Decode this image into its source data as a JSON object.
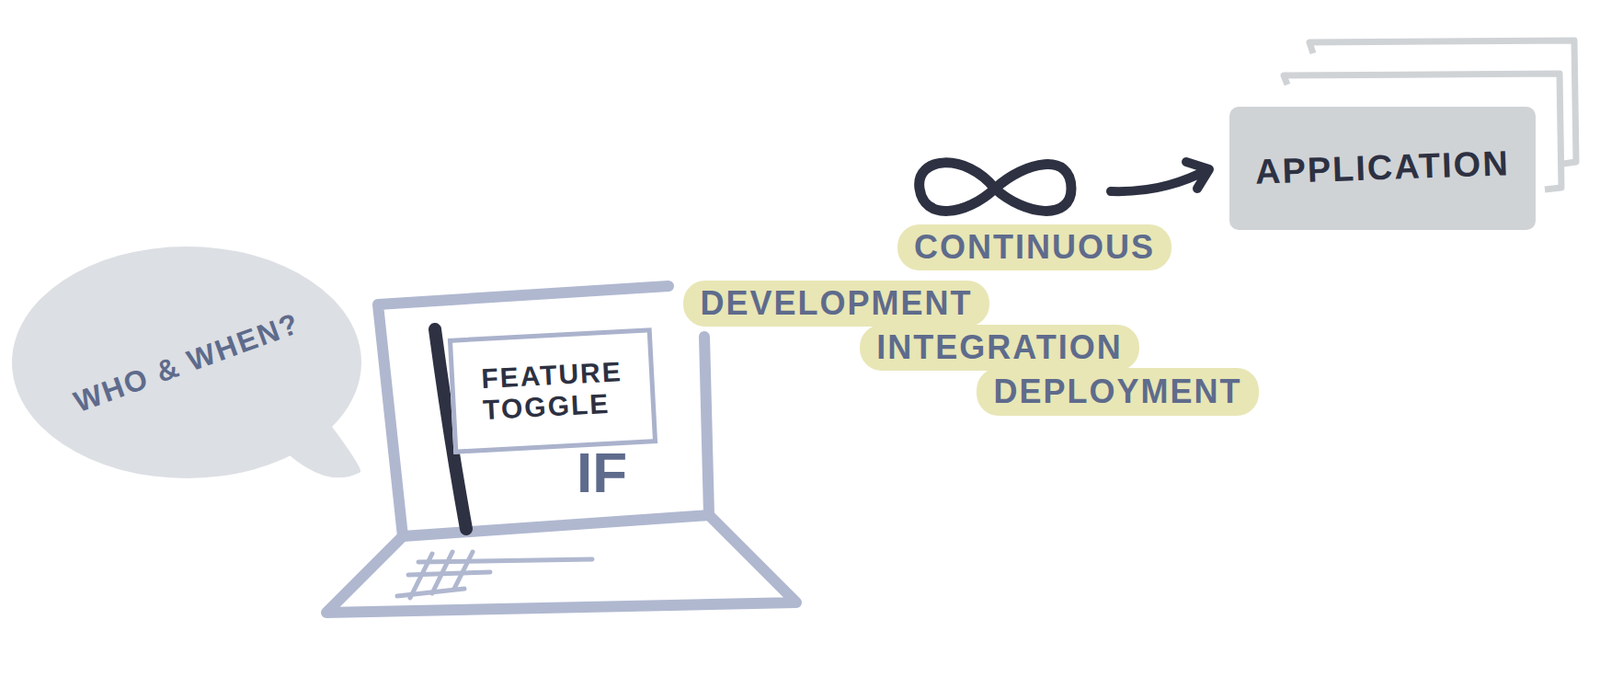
{
  "diagram": {
    "nodes": [
      {
        "text": [
          "WHO & WHEN?"
        ]
      },
      {
        "text": [
          "FEATURE TOGGLE"
        ]
      },
      {
        "text": [
          "CONTINUOUS"
        ]
      },
      {
        "text": [
          "DEVELOPMENT"
        ]
      },
      {
        "text": [
          "INTEGRATION"
        ]
      },
      {
        "text": [
          "DEPLOYMENT"
        ]
      },
      {
        "text": [
          "APPLICATION"
        ]
      }
    ],
    "labels": [
      "IF"
    ]
  }
}
